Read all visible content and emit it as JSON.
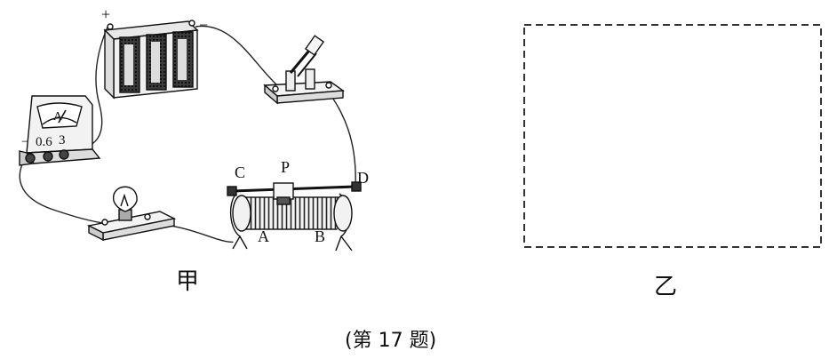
{
  "diagram": {
    "battery": {
      "plus": "+",
      "minus": "−"
    },
    "ammeter": {
      "symbol": "A",
      "terminals": [
        "−",
        "0.6",
        "3"
      ]
    },
    "rheostat": {
      "labels": {
        "c": "C",
        "p": "P",
        "d": "D",
        "a": "A",
        "b": "B"
      }
    },
    "captions": {
      "fig_a": "甲",
      "fig_b": "乙",
      "question": "(第 17 题)"
    }
  }
}
